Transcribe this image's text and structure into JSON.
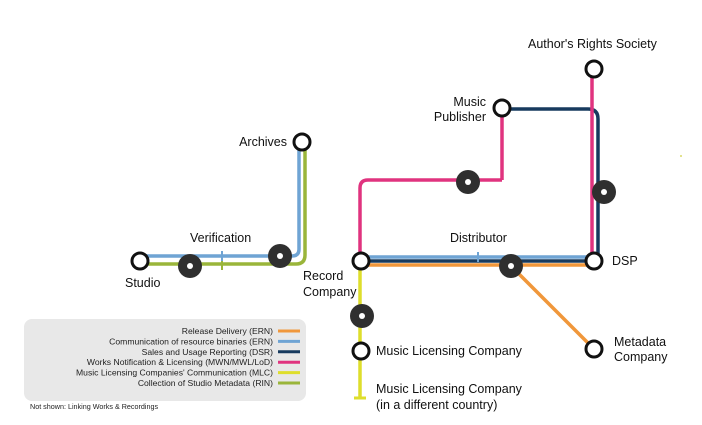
{
  "nodes": {
    "studio": "Studio",
    "verification": "Verification",
    "archives": "Archives",
    "record_company_l1": "Record",
    "record_company_l2": "Company",
    "distributor": "Distributor",
    "music_publisher_l1": "Music",
    "music_publisher_l2": "Publisher",
    "authors_rights_society": "Author's Rights Society",
    "dsp": "DSP",
    "metadata_company_l1": "Metadata",
    "metadata_company_l2": "Company",
    "music_licensing_company": "Music Licensing Company",
    "mlc_other_country_l1": "Music Licensing Company",
    "mlc_other_country_l2": "(in a different country)"
  },
  "legend": {
    "items": [
      {
        "label": "Release Delivery (ERN)",
        "color": "#f0973b"
      },
      {
        "label": "Communication of resource binaries (ERN)",
        "color": "#6fa4d4"
      },
      {
        "label": "Sales and Usage Reporting (DSR)",
        "color": "#173a5e"
      },
      {
        "label": "Works Notification & Licensing (MWN/MWL/LoD)",
        "color": "#e0337f"
      },
      {
        "label": "Music Licensing Companies' Communication (MLC)",
        "color": "#dede2c"
      },
      {
        "label": "Collection of Studio Metadata (RIN)",
        "color": "#9ab53a"
      }
    ],
    "note": "Not shown: Linking Works & Recordings"
  }
}
